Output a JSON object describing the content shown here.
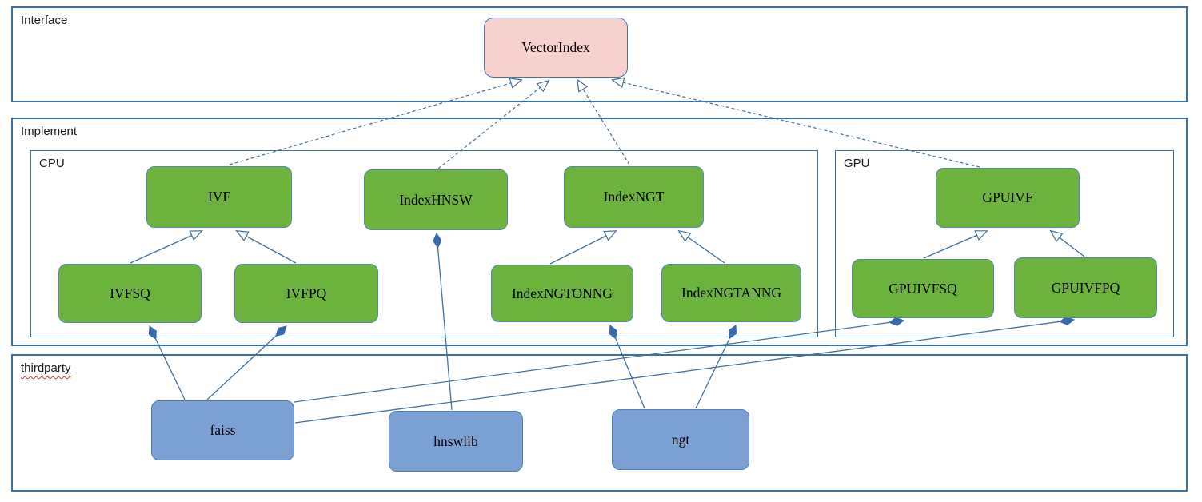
{
  "sections": {
    "interface": {
      "label": "Interface"
    },
    "implement": {
      "label": "Implement"
    },
    "cpu": {
      "label": "CPU"
    },
    "gpu": {
      "label": "GPU"
    },
    "thirdparty": {
      "label": "thirdparty"
    }
  },
  "nodes": {
    "vectorindex": {
      "label": "VectorIndex",
      "kind": "interface"
    },
    "ivf": {
      "label": "IVF",
      "kind": "class"
    },
    "indexhnsw": {
      "label": "IndexHNSW",
      "kind": "class"
    },
    "indexngt": {
      "label": "IndexNGT",
      "kind": "class"
    },
    "ivfsq": {
      "label": "IVFSQ",
      "kind": "class"
    },
    "ivfpq": {
      "label": "IVFPQ",
      "kind": "class"
    },
    "indexngtonng": {
      "label": "IndexNGTONNG",
      "kind": "class"
    },
    "indexngtanng": {
      "label": "IndexNGTANNG",
      "kind": "class"
    },
    "gpuivf": {
      "label": "GPUIVF",
      "kind": "class"
    },
    "gpuivfsq": {
      "label": "GPUIVFSQ",
      "kind": "class"
    },
    "gpuivfpq": {
      "label": "GPUIVFPQ",
      "kind": "class"
    },
    "faiss": {
      "label": "faiss",
      "kind": "thirdparty"
    },
    "hnswlib": {
      "label": "hnswlib",
      "kind": "thirdparty"
    },
    "ngt": {
      "label": "ngt",
      "kind": "thirdparty"
    }
  },
  "edges": [
    {
      "from": "IVF",
      "to": "VectorIndex",
      "type": "implements (dashed, hollow arrow)"
    },
    {
      "from": "IndexHNSW",
      "to": "VectorIndex",
      "type": "implements (dashed, hollow arrow)"
    },
    {
      "from": "IndexNGT",
      "to": "VectorIndex",
      "type": "implements (dashed, hollow arrow)"
    },
    {
      "from": "GPUIVF",
      "to": "VectorIndex",
      "type": "implements (dashed, hollow arrow)"
    },
    {
      "from": "IVFSQ",
      "to": "IVF",
      "type": "extends (hollow arrow)"
    },
    {
      "from": "IVFPQ",
      "to": "IVF",
      "type": "extends (hollow arrow)"
    },
    {
      "from": "IndexNGTONNG",
      "to": "IndexNGT",
      "type": "extends (hollow arrow)"
    },
    {
      "from": "IndexNGTANNG",
      "to": "IndexNGT",
      "type": "extends (hollow arrow)"
    },
    {
      "from": "GPUIVFSQ",
      "to": "GPUIVF",
      "type": "extends (hollow arrow)"
    },
    {
      "from": "GPUIVFPQ",
      "to": "GPUIVF",
      "type": "extends (hollow arrow)"
    },
    {
      "from": "faiss",
      "to": "IVFSQ",
      "type": "composition (filled diamond)"
    },
    {
      "from": "faiss",
      "to": "IVFPQ",
      "type": "composition (filled diamond)"
    },
    {
      "from": "faiss",
      "to": "GPUIVFSQ",
      "type": "composition (filled diamond)"
    },
    {
      "from": "faiss",
      "to": "GPUIVFPQ",
      "type": "composition (filled diamond)"
    },
    {
      "from": "hnswlib",
      "to": "IndexHNSW",
      "type": "composition (filled diamond)"
    },
    {
      "from": "ngt",
      "to": "IndexNGTONNG",
      "type": "composition (filled diamond)"
    },
    {
      "from": "ngt",
      "to": "IndexNGTANNG",
      "type": "composition (filled diamond)"
    }
  ],
  "colors": {
    "interface_fill": "#f8d0cd",
    "class_fill": "#6cb33e",
    "thirdparty_fill": "#7ba1d4",
    "container_border": "#3a6fa8",
    "connector": "#41719c",
    "diamond_fill": "#3a68ae",
    "spellcheck_wavy": "#d93a2b"
  }
}
